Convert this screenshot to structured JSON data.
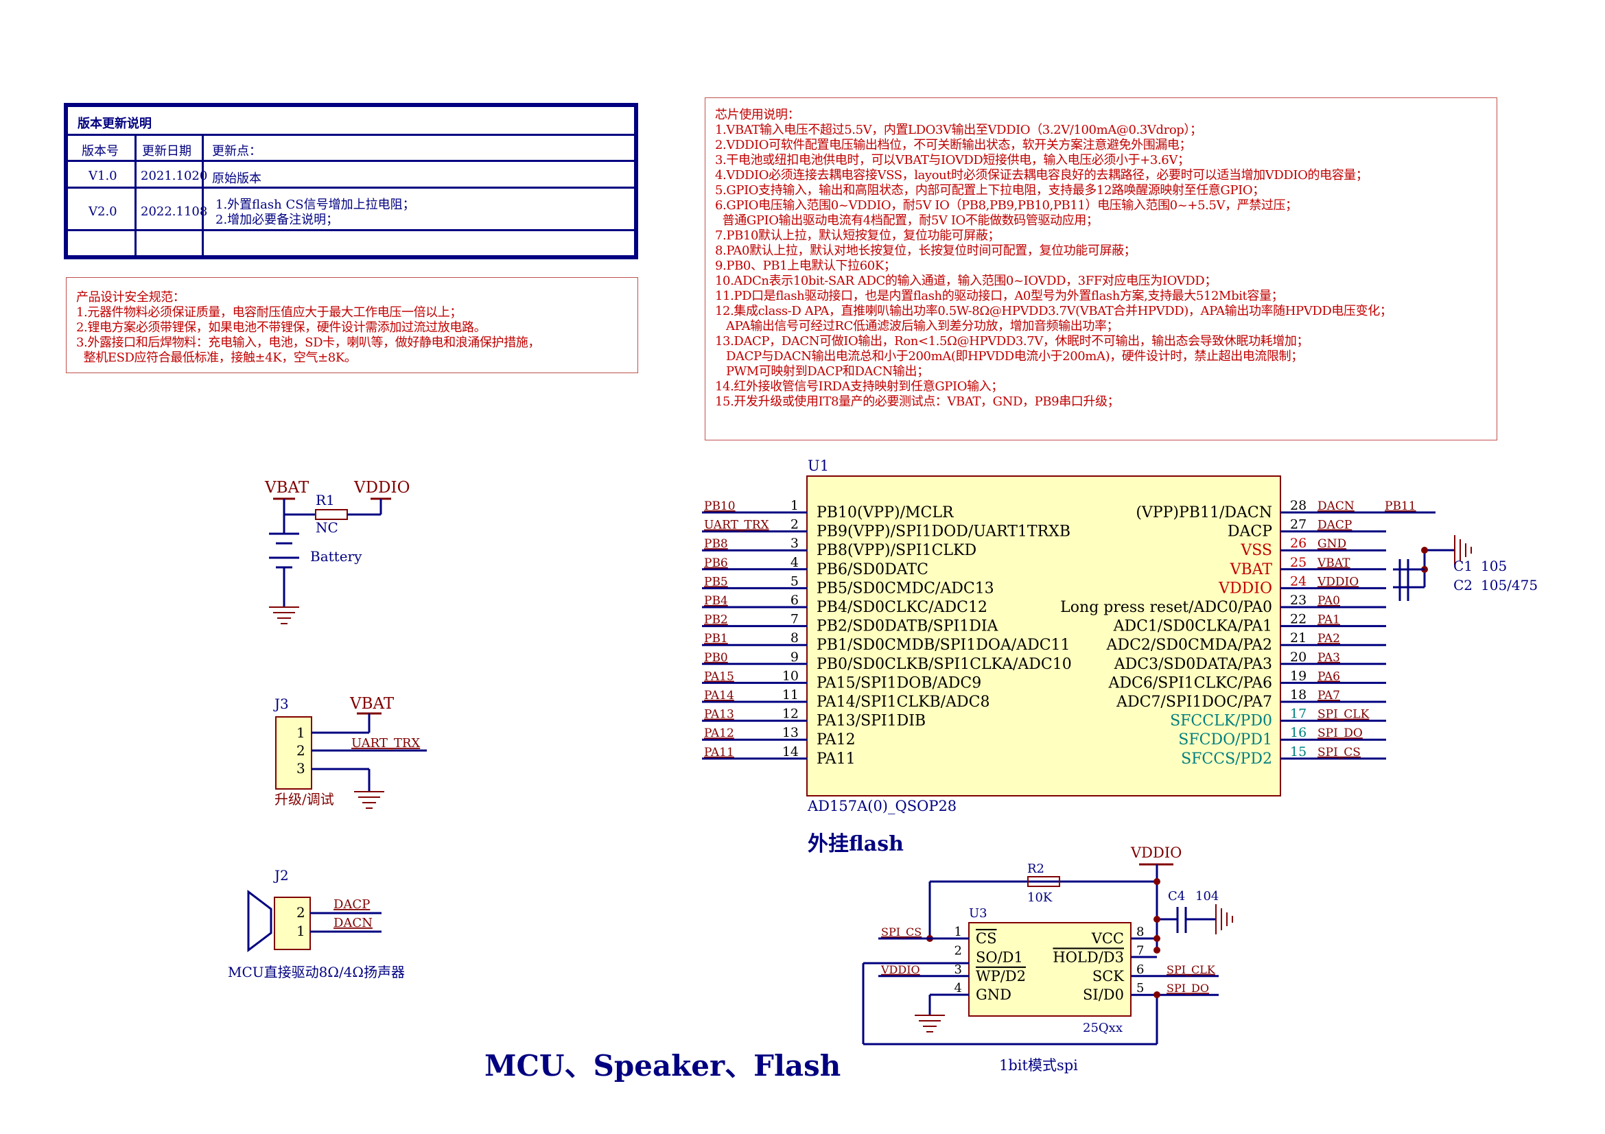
{
  "revision": {
    "title": "版本更新说明",
    "headers": [
      "版本号",
      "更新日期",
      "更新点："
    ],
    "rows": [
      {
        "version": "V1.0",
        "date": "2021.1020",
        "notes": [
          "原始版本"
        ]
      },
      {
        "version": "V2.0",
        "date": "2022.1108",
        "notes": [
          "1.外置flash CS信号增加上拉电阻；",
          "2.增加必要备注说明；"
        ]
      }
    ]
  },
  "safety_notes": {
    "lines": [
      "产品设计安全规范：",
      "1.元器件物料必须保证质量，电容耐压值应大于最大工作电压一倍以上；",
      "2.锂电方案必须带锂保，如果电池不带锂保，硬件设计需添加过流过放电路。",
      "3.外露接口和后焊物料：充电输入，电池，SD卡，喇叭等，做好静电和浪涌保护措施，",
      "  整机ESD应符合最低标准，接触±4K，空气±8K。"
    ]
  },
  "chip_notes": {
    "lines": [
      "芯片使用说明：",
      "1.VBAT输入电压不超过5.5V，内置LDO3V输出至VDDIO（3.2V/100mA@0.3Vdrop）；",
      "2.VDDIO可软件配置电压输出档位，不可关断输出状态，软开关方案注意避免外围漏电；",
      "3.干电池或纽扣电池供电时，可以VBAT与IOVDD短接供电，输入电压必须小于+3.6V；",
      "4.VDDIO必须连接去耦电容接VSS，layout时必须保证去耦电容良好的去耦路径，必要时可以适当增加VDDIO的电容量；",
      "5.GPIO支持输入，输出和高阻状态，内部可配置上下拉电阻，支持最多12路唤醒源映射至任意GPIO；",
      "6.GPIO电压输入范围0~VDDIO，耐5V IO（PB8,PB9,PB10,PB11）电压输入范围0~+5.5V，严禁过压；",
      "  普通GPIO输出驱动电流有4档配置，耐5V IO不能做数码管驱动应用；",
      "7.PB10默认上拉，默认短按复位，复位功能可屏蔽；",
      "8.PA0默认上拉，默认对地长按复位，长按复位时间可配置，复位功能可屏蔽；",
      "9.PB0、PB1上电默认下拉60K；",
      "10.ADCn表示10bit-SAR ADC的输入通道，输入范围0~IOVDD，3FF对应电压为IOVDD；",
      "11.PD口是flash驱动接口，也是内置flash的驱动接口，A0型号为外置flash方案,支持最大512Mbit容量；",
      "12.集成class-D APA，直推喇叭输出功率0.5W-8Ω@HPVDD3.7V(VBAT合并HPVDD)，APA输出功率随HPVDD电压变化；",
      "   APA输出信号可经过RC低通滤波后输入到差分功放，增加音频输出功率；",
      "13.DACP，DACN可做IO输出，Ron<1.5Ω@HPVDD3.7V，休眠时不可输出，输出态会导致休眠功耗增加；",
      "   DACP与DACN输出电流总和小于200mA(即HPVDD电流小于200mA)，硬件设计时，禁止超出电流限制；",
      "   PWM可映射到DACP和DACN输出；",
      "14.红外接收管信号IRDA支持映射到任意GPIO输入；",
      "15.开发升级或使用IT8量产的必要测试点：VBAT，GND，PB9串口升级；"
    ]
  },
  "battery": {
    "vbat": "VBAT",
    "vddio": "VDDIO",
    "r_ref": "R1",
    "r_val": "NC",
    "label": "Battery"
  },
  "j3": {
    "ref": "J3",
    "vbat": "VBAT",
    "pins": [
      "1",
      "2",
      "3"
    ],
    "net": "UART_TRX",
    "label": "升级/调试"
  },
  "j2": {
    "ref": "J2",
    "pins": [
      "2",
      "1"
    ],
    "nets": [
      "DACP",
      "DACN"
    ],
    "label": "MCU直接驱动8Ω/4Ω扬声器"
  },
  "u1": {
    "ref": "U1",
    "part": "AD157A(0)_QSOP28",
    "left_pins": [
      {
        "num": "1",
        "name": "PB10(VPP)/MCLR",
        "net": "PB10"
      },
      {
        "num": "2",
        "name": "PB9(VPP)/SPI1DOD/UART1TRXB",
        "net": "UART_TRX"
      },
      {
        "num": "3",
        "name": "PB8(VPP)/SPI1CLKD",
        "net": "PB8"
      },
      {
        "num": "4",
        "name": "PB6/SD0DATC",
        "net": "PB6"
      },
      {
        "num": "5",
        "name": "PB5/SD0CMDC/ADC13",
        "net": "PB5"
      },
      {
        "num": "6",
        "name": "PB4/SD0CLKC/ADC12",
        "net": "PB4"
      },
      {
        "num": "7",
        "name": "PB2/SD0DATB/SPI1DIA",
        "net": "PB2"
      },
      {
        "num": "8",
        "name": "PB1/SD0CMDB/SPI1DOA/ADC11",
        "net": "PB1"
      },
      {
        "num": "9",
        "name": "PB0/SD0CLKB/SPI1CLKA/ADC10",
        "net": "PB0"
      },
      {
        "num": "10",
        "name": "PA15/SPI1DOB/ADC9",
        "net": "PA15"
      },
      {
        "num": "11",
        "name": "PA14/SPI1CLKB/ADC8",
        "net": "PA14"
      },
      {
        "num": "12",
        "name": "PA13/SPI1DIB",
        "net": "PA13"
      },
      {
        "num": "13",
        "name": "PA12",
        "net": "PA12"
      },
      {
        "num": "14",
        "name": "PA11",
        "net": "PA11"
      }
    ],
    "right_pins": [
      {
        "num": "28",
        "name": "(VPP)PB11/DACN",
        "net": "DACN",
        "extra": "PB11",
        "color": "#000080"
      },
      {
        "num": "27",
        "name": "DACP",
        "net": "DACP",
        "color": "#000080"
      },
      {
        "num": "26",
        "name": "VSS",
        "net": "GND",
        "color": "#c00000"
      },
      {
        "num": "25",
        "name": "VBAT",
        "net": "VBAT",
        "color": "#c00000"
      },
      {
        "num": "24",
        "name": "VDDIO",
        "net": "VDDIO",
        "color": "#c00000"
      },
      {
        "num": "23",
        "name": "Long press reset/ADC0/PA0",
        "net": "PA0",
        "color": "#000080"
      },
      {
        "num": "22",
        "name": "ADC1/SD0CLKA/PA1",
        "net": "PA1",
        "color": "#000080"
      },
      {
        "num": "21",
        "name": "ADC2/SD0CMDA/PA2",
        "net": "PA2",
        "color": "#000080"
      },
      {
        "num": "20",
        "name": "ADC3/SD0DATA/PA3",
        "net": "PA3",
        "color": "#000080"
      },
      {
        "num": "19",
        "name": "ADC6/SPI1CLKC/PA6",
        "net": "PA6",
        "color": "#000080"
      },
      {
        "num": "18",
        "name": "ADC7/SPI1DOC/PA7",
        "net": "PA7",
        "color": "#000080"
      },
      {
        "num": "17",
        "name": "SFCCLK/PD0",
        "net": "SPI_CLK",
        "color": "#007f7f"
      },
      {
        "num": "16",
        "name": "SFCDO/PD1",
        "net": "SPI_DO",
        "color": "#007f7f"
      },
      {
        "num": "15",
        "name": "SFCCS/PD2",
        "net": "SPI_CS",
        "color": "#007f7f"
      }
    ],
    "caps": [
      {
        "ref": "C1",
        "value": "105"
      },
      {
        "ref": "C2",
        "value": "105/475"
      }
    ]
  },
  "flash": {
    "heading": "外挂flash",
    "ref": "U3",
    "part": "25Qxx",
    "vddio": "VDDIO",
    "r_ref": "R2",
    "r_val": "10K",
    "cap_ref": "C4",
    "cap_val": "104",
    "left_pins": [
      {
        "num": "1",
        "name": "CS",
        "net": "SPI_CS"
      },
      {
        "num": "2",
        "name": "SO/D1",
        "net": ""
      },
      {
        "num": "3",
        "name": "WP/D2",
        "net": "VDDIO"
      },
      {
        "num": "4",
        "name": "GND",
        "net": ""
      }
    ],
    "right_pins": [
      {
        "num": "8",
        "name": "VCC",
        "net": ""
      },
      {
        "num": "7",
        "name": "HOLD/D3",
        "net": ""
      },
      {
        "num": "6",
        "name": "SCK",
        "net": "SPI_CLK"
      },
      {
        "num": "5",
        "name": "SI/D0",
        "net": "SPI_DO"
      }
    ],
    "caption": "1bit模式spi"
  },
  "page_title": "MCU、Speaker、Flash",
  "colors": {
    "wire": "#000080",
    "power": "#800000",
    "net_label": "#800000",
    "chip_fill": "#ffffc0",
    "chip_border": "#800000",
    "note_text": "#c00000",
    "cyan_pin": "#007f7f"
  }
}
